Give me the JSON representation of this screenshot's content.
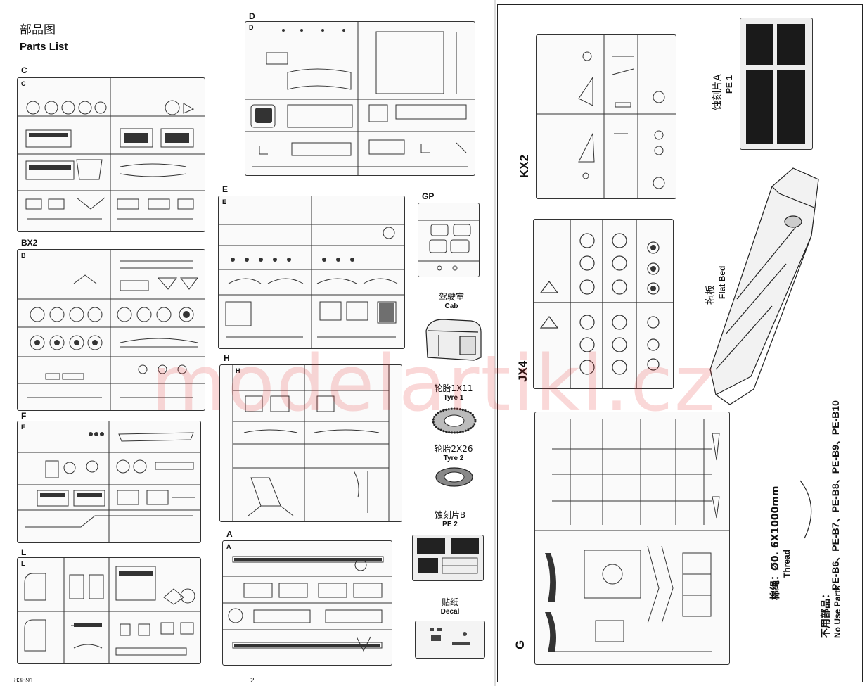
{
  "title": {
    "cn": "部品图",
    "en": "Parts List"
  },
  "sprues": {
    "C": "C",
    "BX2": "BX2",
    "F": "F",
    "L": "L",
    "D": "D",
    "E": "E",
    "GP": "GP",
    "H": "H",
    "A": "A",
    "KX2": "KX2",
    "JX4": "JX4",
    "G": "G"
  },
  "parts": {
    "cab": {
      "cn": "驾驶室",
      "en": "Cab"
    },
    "tyre1": {
      "cn": "轮胎1X11",
      "en": "Tyre 1"
    },
    "tyre2": {
      "cn": "轮胎2X26",
      "en": "Tyre 2"
    },
    "pe2": {
      "cn": "蚀刻片B",
      "en": "PE 2"
    },
    "decal": {
      "cn": "贴纸",
      "en": "Decal"
    },
    "pe1": {
      "cn": "蚀刻片A",
      "en": "PE 1"
    },
    "flatbed": {
      "cn": "拖板",
      "en": "Flat Bed"
    },
    "thread": {
      "cn": "棉绳：Ø0. 6X1000mm",
      "en": "Thread"
    },
    "no_use": {
      "cn": "不用部品：",
      "en": "No Use Parts",
      "list": "PE-B6、PE-B7、PE-B8、PE-B9、PE-B10"
    }
  },
  "watermark": "modelartikl.cz",
  "footer": {
    "left": "83891",
    "center": "2"
  }
}
